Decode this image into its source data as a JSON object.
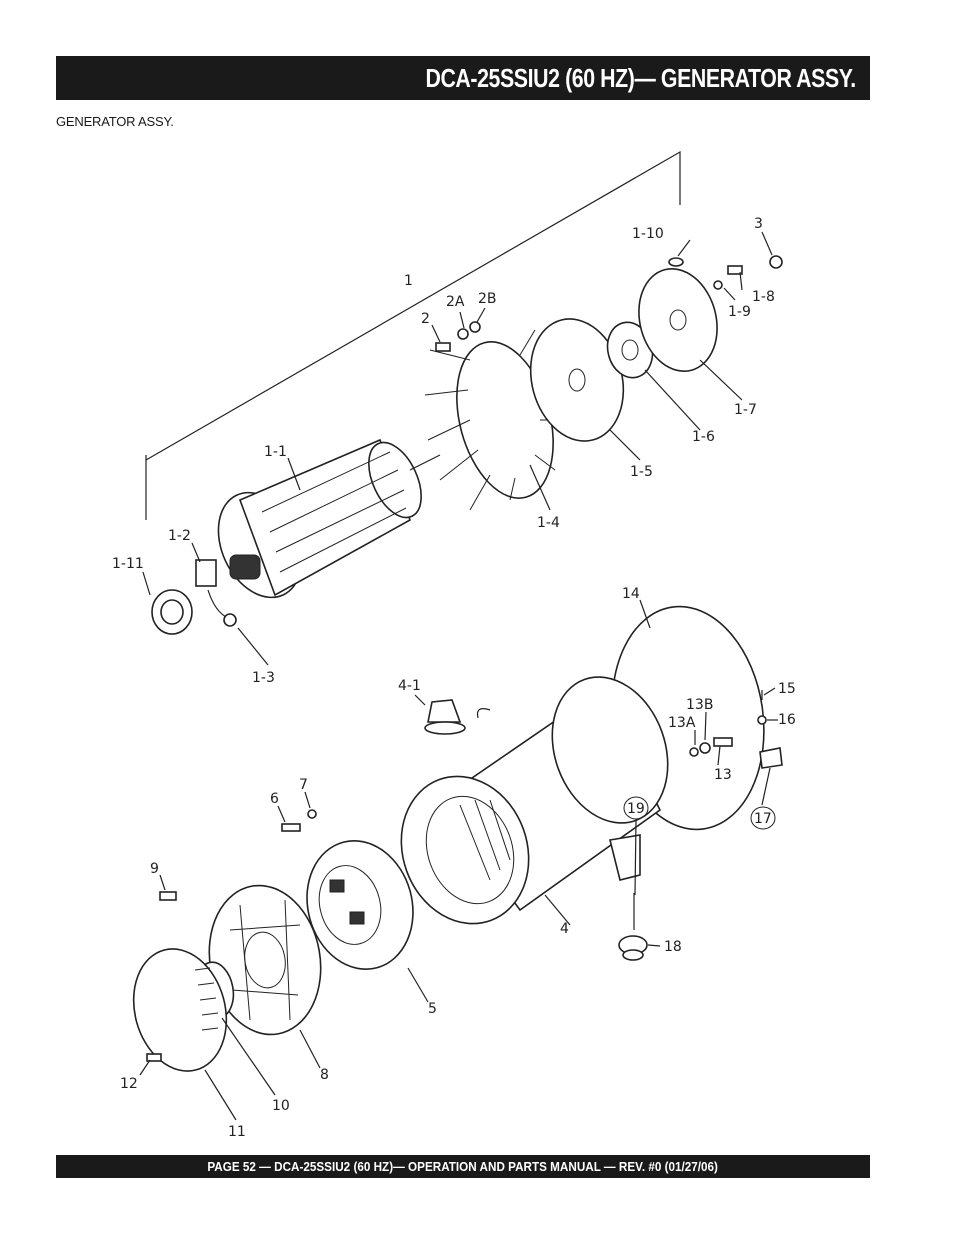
{
  "header": {
    "title": "DCA-25SSIU2 (60 HZ)— GENERATOR ASSY."
  },
  "subtitle": "GENERATOR ASSY.",
  "footer": {
    "text": "PAGE 52 — DCA-25SSIU2 (60 HZ)—  OPERATION AND PARTS  MANUAL — REV. #0  (01/27/06)"
  },
  "callouts": {
    "c1": "1",
    "c1_1": "1-1",
    "c1_2": "1-2",
    "c1_3": "1-3",
    "c1_4": "1-4",
    "c1_5": "1-5",
    "c1_6": "1-6",
    "c1_7": "1-7",
    "c1_8": "1-8",
    "c1_9": "1-9",
    "c1_10": "1-10",
    "c1_11": "1-11",
    "c2": "2",
    "c2a": "2A",
    "c2b": "2B",
    "c3": "3",
    "c4": "4",
    "c4_1": "4-1",
    "c5": "5",
    "c6": "6",
    "c7": "7",
    "c8": "8",
    "c9": "9",
    "c10": "10",
    "c11": "11",
    "c12": "12",
    "c13": "13",
    "c13a": "13A",
    "c13b": "13B",
    "c14": "14",
    "c15": "15",
    "c16": "16",
    "c17": "17",
    "c18": "18",
    "c19": "19"
  },
  "colors": {
    "bar": "#1a1a1a",
    "ink": "#222222"
  }
}
